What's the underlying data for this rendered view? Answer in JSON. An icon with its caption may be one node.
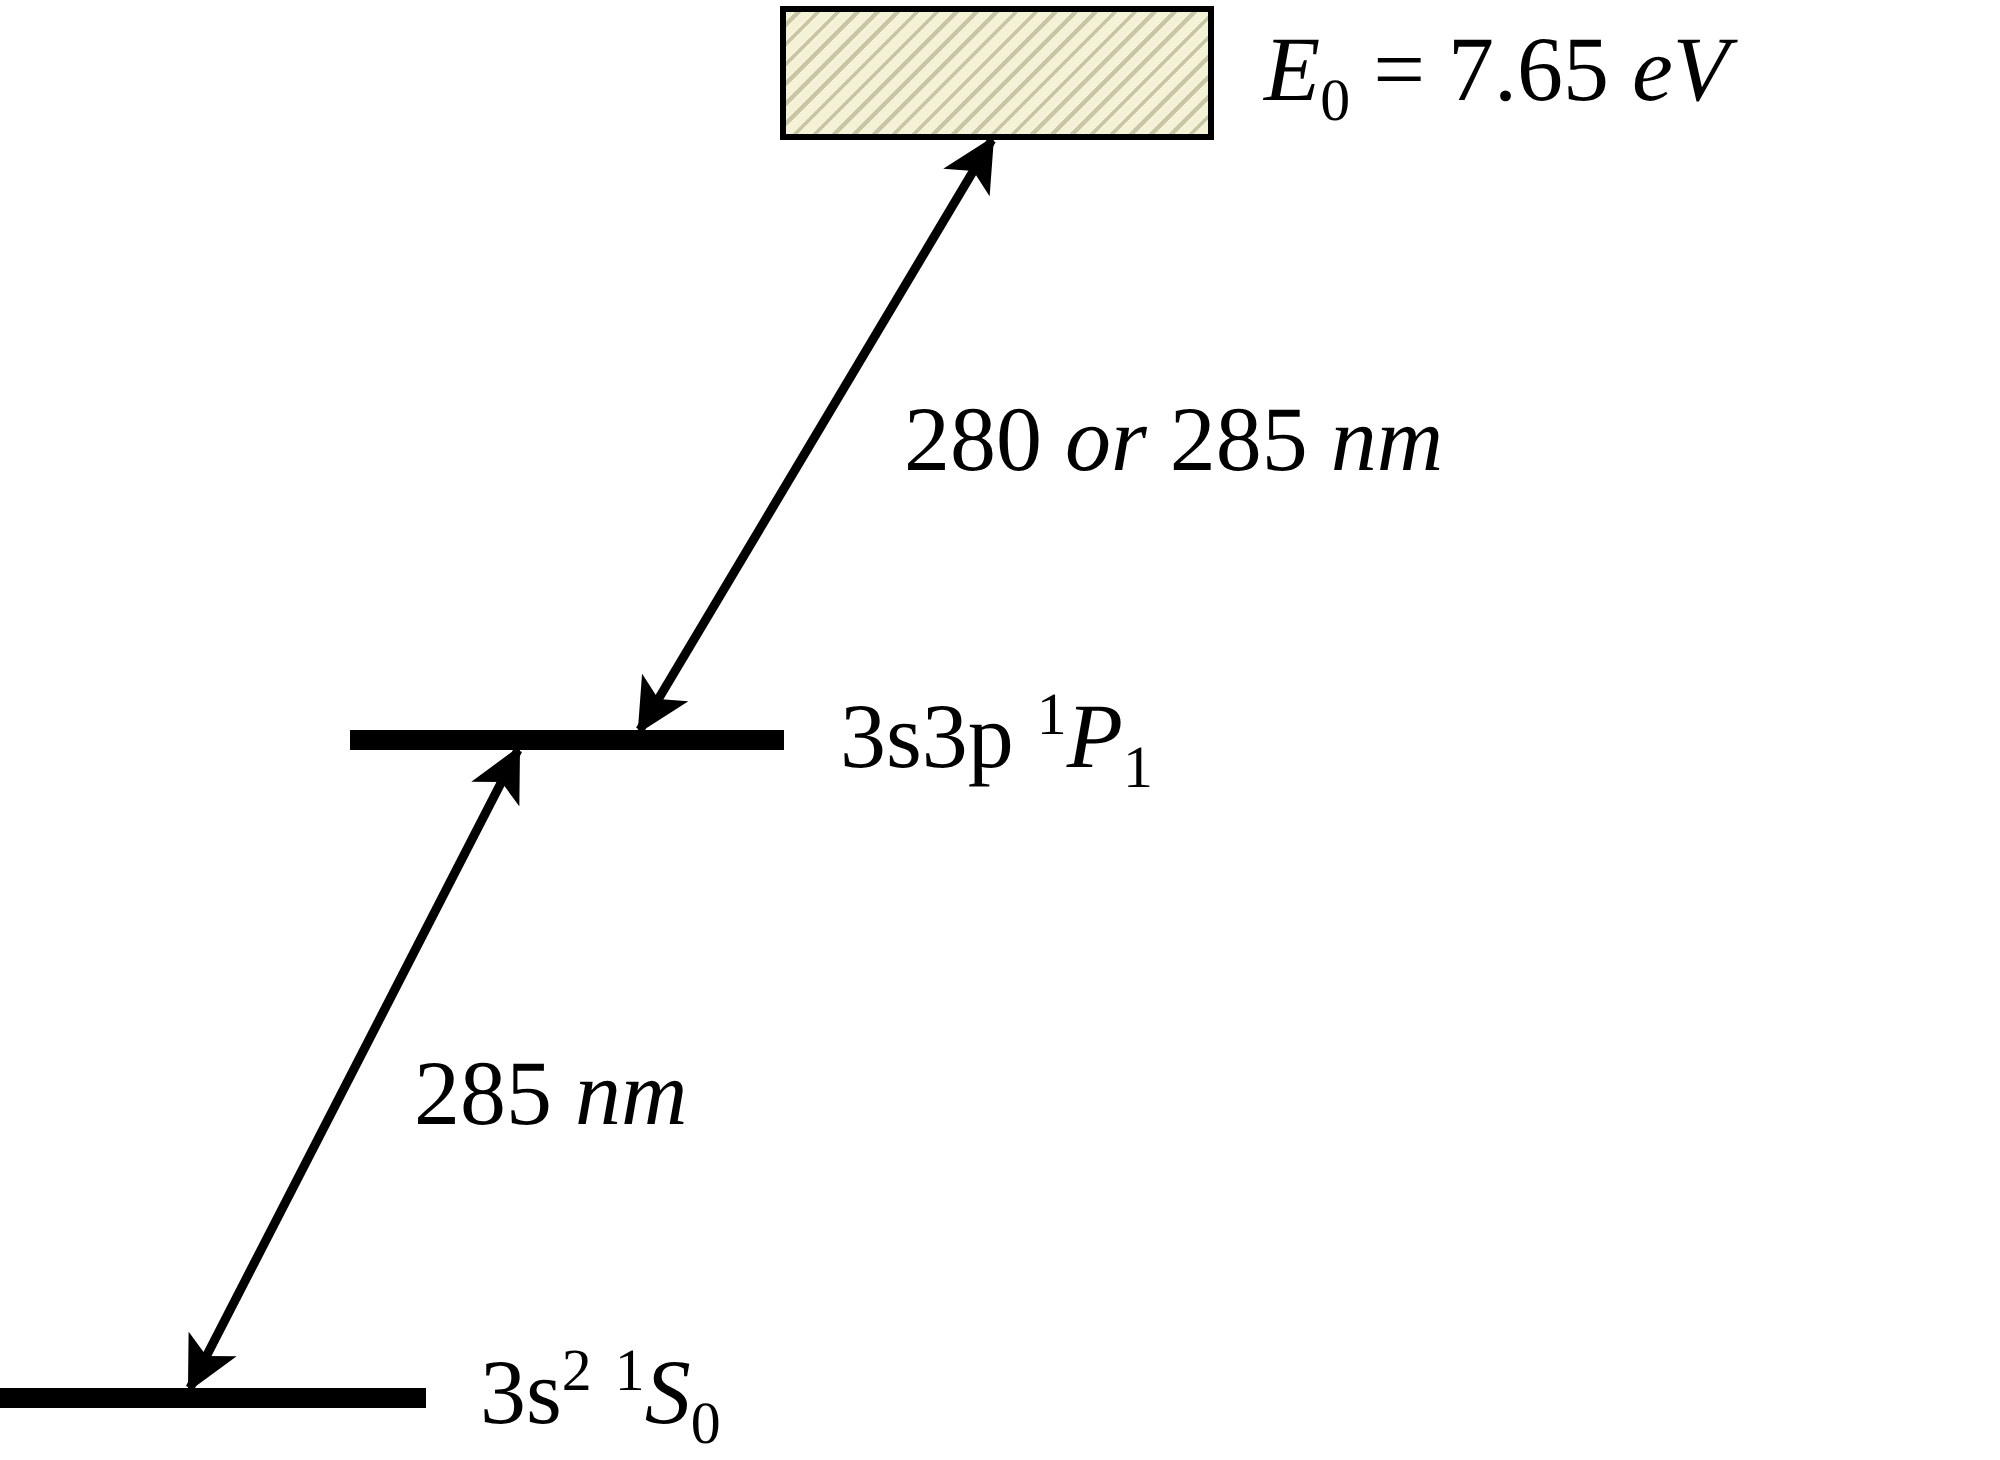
{
  "diagram": {
    "nodes": [
      {
        "text": [],
        "shape": "box",
        "beside": [
          "*E*$_{0}$ = 7.65 *eV*"
        ]
      },
      {
        "text": [],
        "shape": "bar",
        "beside": [
          "3s3p $^{1}$*P*$_{1}$"
        ]
      },
      {
        "text": [],
        "shape": "bar",
        "beside": [
          "3s$^{2}$ $^{1}$*S*$_{0}$"
        ]
      }
    ],
    "edges": [
      {
        "from": 1,
        "to": 0,
        "arrow": "both",
        "label": "280 *or* 285 *nm*"
      },
      {
        "from": 2,
        "to": 1,
        "arrow": "both",
        "label": "285 *nm*"
      }
    ]
  }
}
